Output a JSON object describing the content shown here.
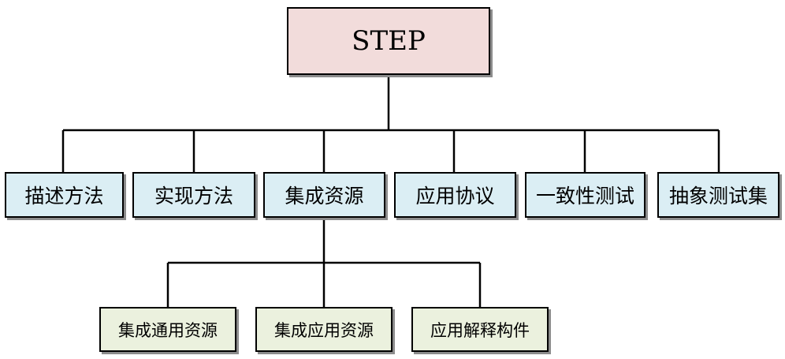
{
  "diagram": {
    "root": {
      "label": "STEP"
    },
    "level2": [
      {
        "label": "描述方法"
      },
      {
        "label": "实现方法"
      },
      {
        "label": "集成资源"
      },
      {
        "label": "应用协议"
      },
      {
        "label": "一致性测试"
      },
      {
        "label": "抽象测试集"
      }
    ],
    "level3": [
      {
        "label": "集成通用资源"
      },
      {
        "label": "集成应用资源"
      },
      {
        "label": "应用解释构件"
      }
    ],
    "colors": {
      "root_fill": "#f2dcdb",
      "level2_fill": "#dbeef4",
      "level3_fill": "#ebf1de",
      "border": "#000000",
      "shadow": "#8c8c8c"
    }
  }
}
